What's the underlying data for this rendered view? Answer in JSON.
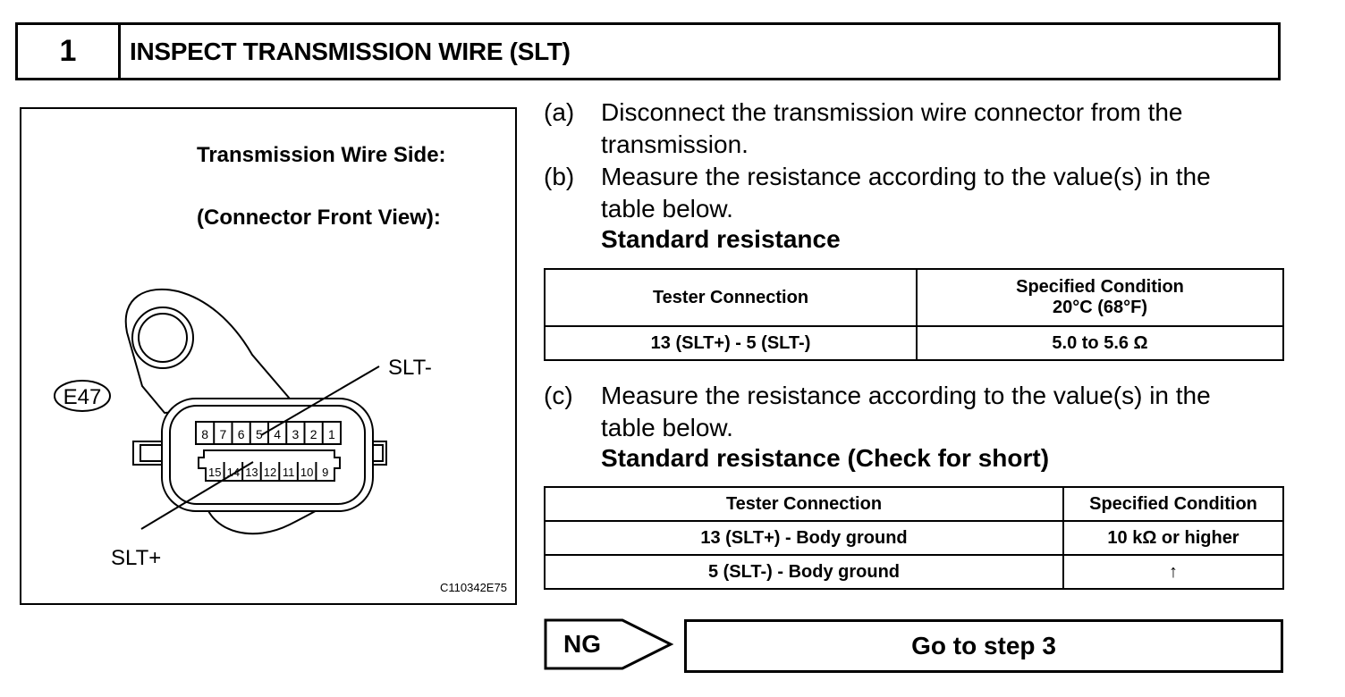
{
  "step": {
    "number": "1",
    "title": "INSPECT TRANSMISSION WIRE (SLT)"
  },
  "figure": {
    "caption_line1": "Transmission Wire Side:",
    "caption_line2": "(Connector Front View):",
    "connector_id": "E47",
    "pins_top": [
      "8",
      "7",
      "6",
      "5",
      "4",
      "3",
      "2",
      "1"
    ],
    "pins_bottom": [
      "15",
      "14",
      "13",
      "12",
      "11",
      "10",
      "9"
    ],
    "label_minus": "SLT-",
    "label_plus": "SLT+",
    "figure_code": "C110342E75"
  },
  "instructions": {
    "a_label": "(a)",
    "a_line1": "Disconnect the transmission wire connector from the",
    "a_line2": "transmission.",
    "b_label": "(b)",
    "b_line1": "Measure the resistance according to the value(s) in the",
    "b_line2": "table below.",
    "b_subhead": "Standard resistance",
    "c_label": "(c)",
    "c_line1": "Measure the resistance according to the value(s) in the",
    "c_line2": "table below.",
    "c_subhead": "Standard resistance (Check for short)"
  },
  "table1": {
    "header_connection": "Tester Connection",
    "header_condition_line1": "Specified Condition",
    "header_condition_line2": "20°C (68°F)",
    "rows": [
      {
        "connection": "13 (SLT+) - 5 (SLT-)",
        "condition": "5.0 to 5.6 Ω"
      }
    ]
  },
  "table2": {
    "header_connection": "Tester Connection",
    "header_condition": "Specified Condition",
    "rows": [
      {
        "connection": "13 (SLT+) - Body ground",
        "condition": "10 kΩ or higher"
      },
      {
        "connection": "5 (SLT-) - Body ground",
        "condition": "↑"
      }
    ]
  },
  "result": {
    "ng_label": "NG",
    "goto_text": "Go to step 3"
  }
}
